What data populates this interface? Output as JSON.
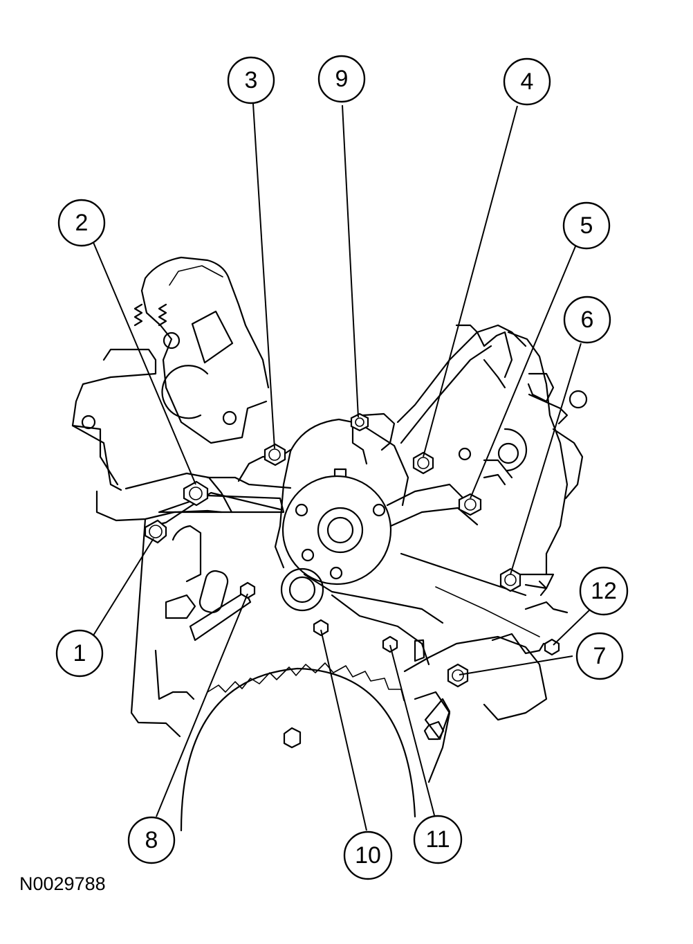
{
  "figure_id": "N0029788",
  "callouts": [
    {
      "label": "1"
    },
    {
      "label": "2"
    },
    {
      "label": "3"
    },
    {
      "label": "4"
    },
    {
      "label": "5"
    },
    {
      "label": "6"
    },
    {
      "label": "7"
    },
    {
      "label": "8"
    },
    {
      "label": "9"
    },
    {
      "label": "10"
    },
    {
      "label": "11"
    },
    {
      "label": "12"
    }
  ]
}
